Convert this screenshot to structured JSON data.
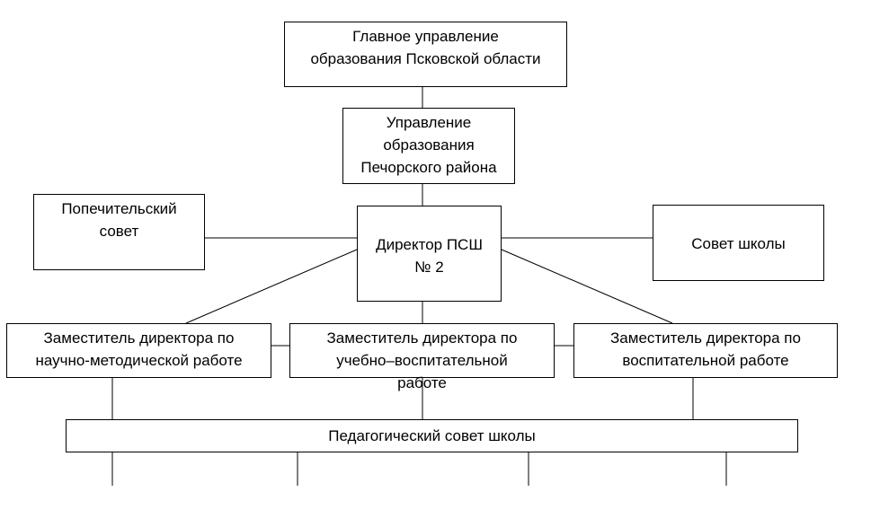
{
  "diagram": {
    "main_department": [
      "Главное управление",
      "образования Псковской области"
    ],
    "district_department": [
      "Управление",
      "образования",
      "Печорского района"
    ],
    "board_of_trustees": [
      "Попечительский",
      "совет"
    ],
    "director": [
      "Директор ПСШ",
      "№ 2"
    ],
    "school_council": [
      "Совет школы"
    ],
    "deputy_methodical": [
      "Заместитель директора по",
      "научно-методической работе"
    ],
    "deputy_educational": [
      "Заместитель директора по",
      "учебно–воспитательной",
      "работе"
    ],
    "deputy_upbringing": [
      "Заместитель директора по",
      "воспитательной работе"
    ],
    "pedagogical_council": [
      "Педагогический совет школы"
    ]
  }
}
